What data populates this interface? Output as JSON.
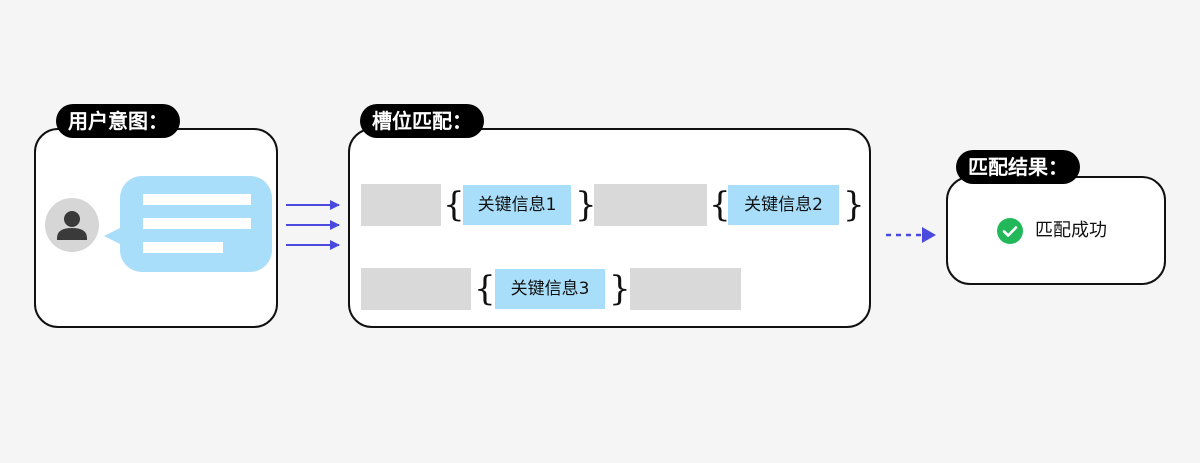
{
  "labels": {
    "intent": "用户意图：",
    "slot": "槽位匹配：",
    "result": "匹配结果："
  },
  "slots": {
    "key1": "关键信息1",
    "key2": "关键信息2",
    "key3": "关键信息3"
  },
  "result": {
    "text": "匹配成功",
    "icon": "check-circle-icon"
  },
  "colors": {
    "arrow": "#4a4adf",
    "highlight": "#a8defa",
    "placeholder": "#d9d9d9",
    "success": "#22b85a"
  }
}
